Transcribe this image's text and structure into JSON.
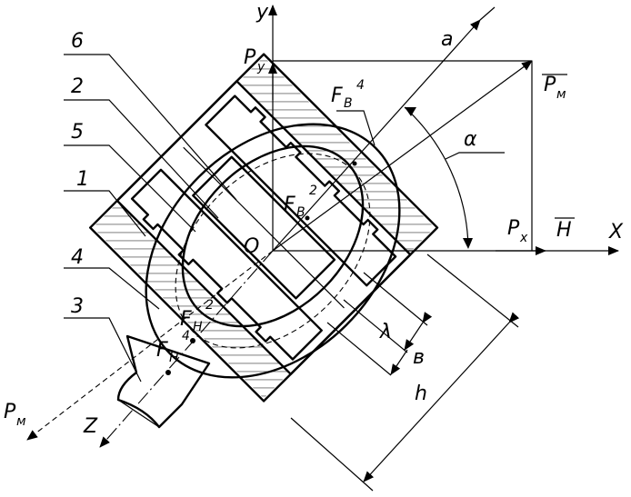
{
  "labels": {
    "num6": "6",
    "num2": "2",
    "num5": "5",
    "num1": "1",
    "num4": "4",
    "num3": "3",
    "y_axis": "y",
    "x_axis": "X",
    "z_axis": "Z",
    "a_axis": "a",
    "alpha": "α",
    "origin": "O",
    "Py_main": "P",
    "Py_sub": "y",
    "Px_main": "P",
    "Px_sub": "x",
    "Pm_top_main": "P",
    "Pm_top_sub": "м",
    "Pm_bot_main": "P",
    "Pm_bot_sub": "м",
    "H": "H",
    "FB4_main": "F",
    "FB4_sub": "B",
    "FB4_sup": "4",
    "FB2_main": "F",
    "FB2_sub": "B",
    "FB2_sup": "2",
    "FH2_main": "F",
    "FH2_sub": "H",
    "FH2_sup": "2",
    "FH4_main": "F",
    "FH4_sub": "H",
    "FH4_sup": "4",
    "lambda": "λ",
    "b": "в",
    "h": "h"
  }
}
